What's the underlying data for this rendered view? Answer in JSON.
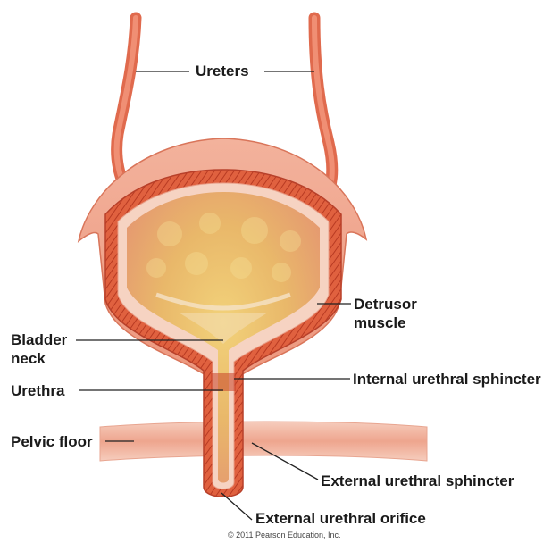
{
  "labels": {
    "ureters": "Ureters",
    "detrusor_line1": "Detrusor",
    "detrusor_line2": "muscle",
    "bladder_neck_line1": "Bladder",
    "bladder_neck_line2": "neck",
    "urethra": "Urethra",
    "internal_sphincter": "Internal urethral sphincter",
    "pelvic_floor": "Pelvic floor",
    "external_sphincter": "External urethral sphincter",
    "external_orifice": "External urethral orifice"
  },
  "copyright": "© 2011 Pearson Education, Inc.",
  "colors": {
    "muscle_outer": "#ee9a80",
    "muscle_wall": "#e0613f",
    "muscle_fiber": "#c9442a",
    "mucosa": "#f6d3c2",
    "lumen_yellow": "#e8c25a",
    "lumen_orange": "#e7a168",
    "ureter": "#e8755a",
    "pelvic_floor": "#f1b9a6",
    "leader_line": "#222222"
  }
}
